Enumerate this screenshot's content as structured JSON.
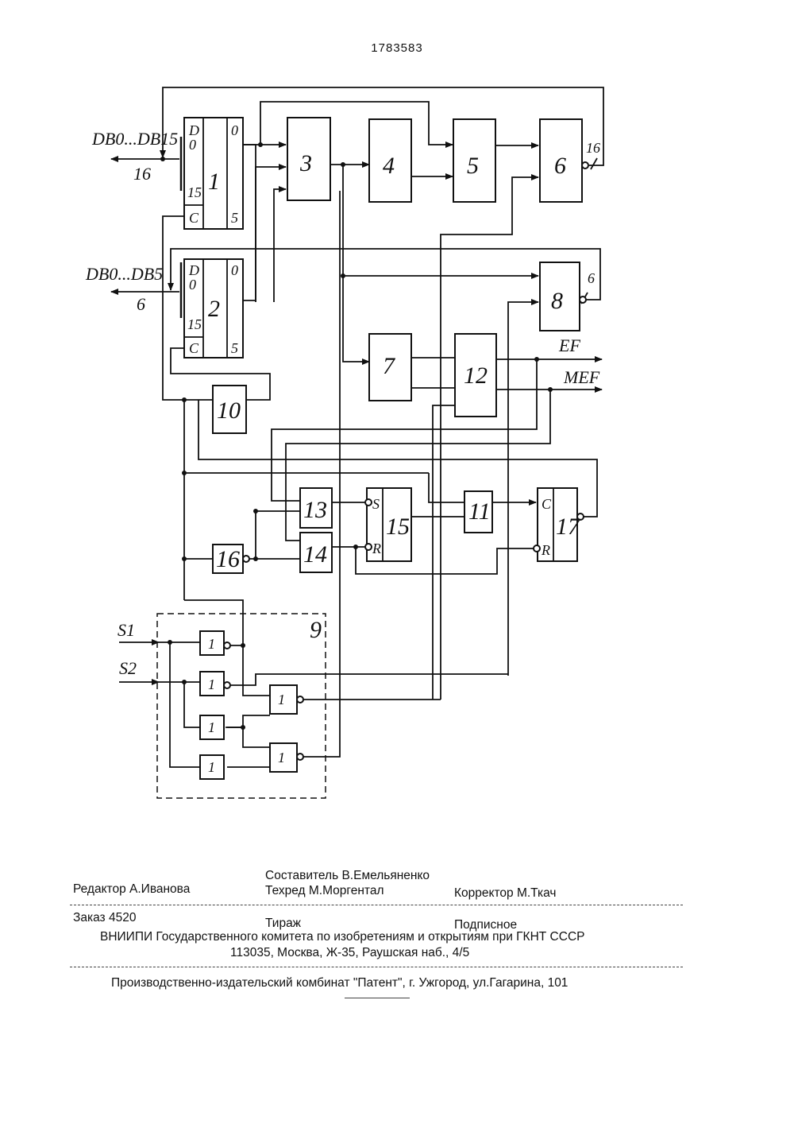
{
  "document_number": "1783583",
  "diagram": {
    "bus_inputs": [
      {
        "label": "DB0...DB15",
        "width": "16"
      },
      {
        "label": "DB0...DB5",
        "width": "6"
      }
    ],
    "blocks": {
      "b1": "1",
      "b2": "2",
      "b3": "3",
      "b4": "4",
      "b5": "5",
      "b6": "6",
      "b7": "7",
      "b8": "8",
      "b9": "9",
      "b10": "10",
      "b11": "11",
      "b12": "12",
      "b13": "13",
      "b14": "14",
      "b15": "15",
      "b16": "16",
      "b17": "17"
    },
    "register_pins": {
      "d": "D",
      "zero_in": "0",
      "fifteen": "15",
      "clock": "C",
      "zero_out": "0",
      "five": "5"
    },
    "trigger_pins": {
      "s": "S",
      "r": "R",
      "c": "C"
    },
    "bus_widths": {
      "out6": "16",
      "out8": "6"
    },
    "outputs": {
      "ef": "EF",
      "mef": "MEF"
    },
    "signal_inputs": {
      "s1": "S1",
      "s2": "S2"
    },
    "gate_label": "1"
  },
  "colophon": {
    "editor": "Редактор  А.Иванова",
    "composer": "Составитель  В.Емельяненко",
    "techred": "Техред М.Моргентал",
    "corrector": "Корректор М.Ткач",
    "order": "Заказ 4520",
    "edition": "Тираж",
    "subscription": "Подписное",
    "publisher_line1": "ВНИИПИ Государственного комитета по изобретениям и открытиям при ГКНТ СССР",
    "publisher_line2": "113035, Москва, Ж-35, Раушская наб., 4/5",
    "printer": "Производственно-издательский комбинат \"Патент\", г. Ужгород, ул.Гагарина, 101"
  }
}
